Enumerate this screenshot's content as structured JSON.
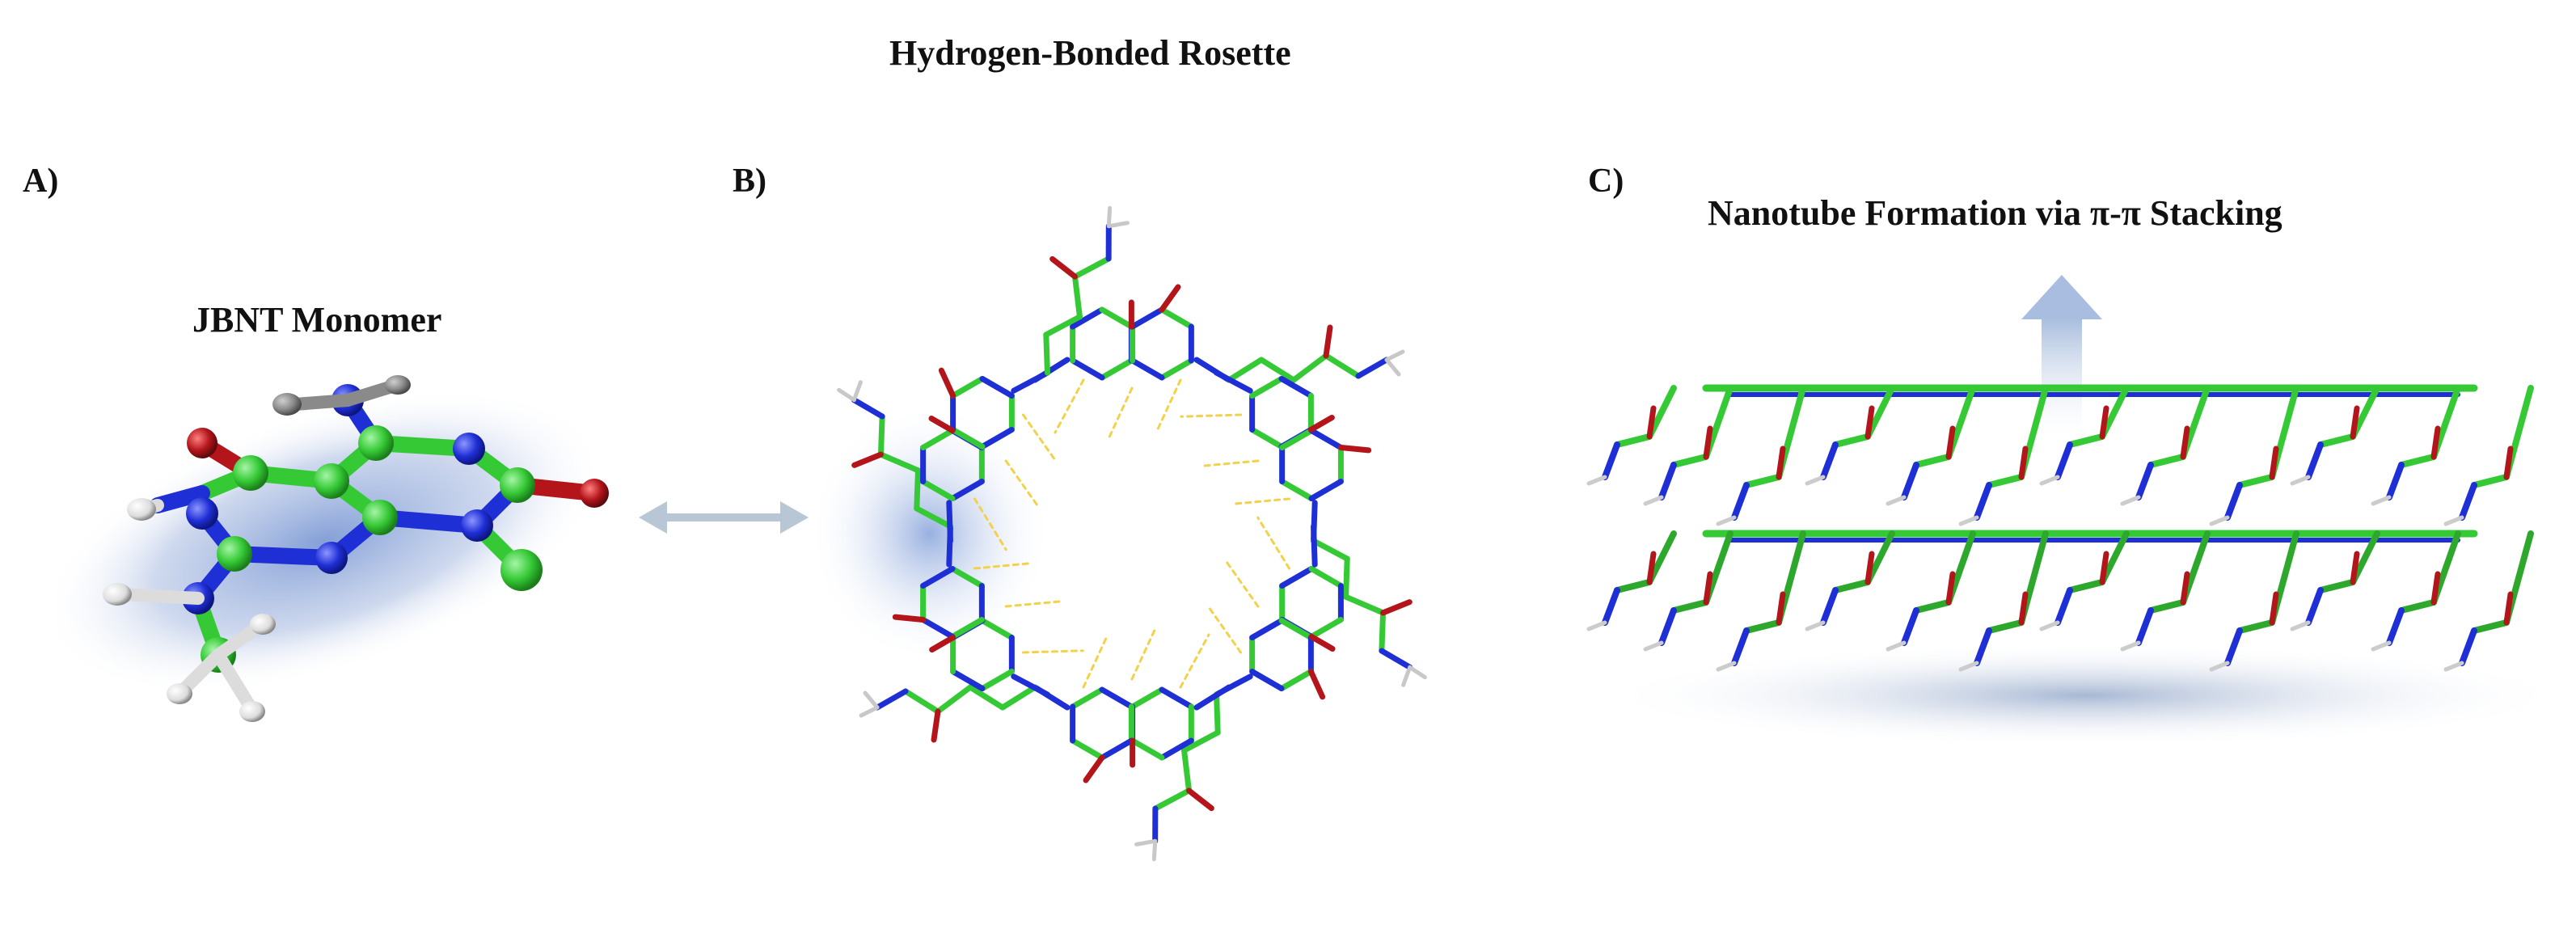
{
  "figure": {
    "panel_a": {
      "letter": "A)",
      "title": "JBNT Monomer"
    },
    "panel_b": {
      "letter": "B)",
      "title": "Hydrogen-Bonded Rosette"
    },
    "panel_c": {
      "letter": "C)",
      "title": "Nanotube Formation via π-π Stacking"
    }
  },
  "colors": {
    "carbon": "#35c935",
    "nitrogen": "#1f2fd6",
    "oxygen": "#b3151b",
    "hydrogen": "#e8e8e8",
    "hbond": "#f2d24a",
    "shadow": "#9fb2d6",
    "arrow": "#b9c6d6"
  },
  "icons": [
    "double-headed-arrow-icon",
    "up-arrow-icon"
  ]
}
